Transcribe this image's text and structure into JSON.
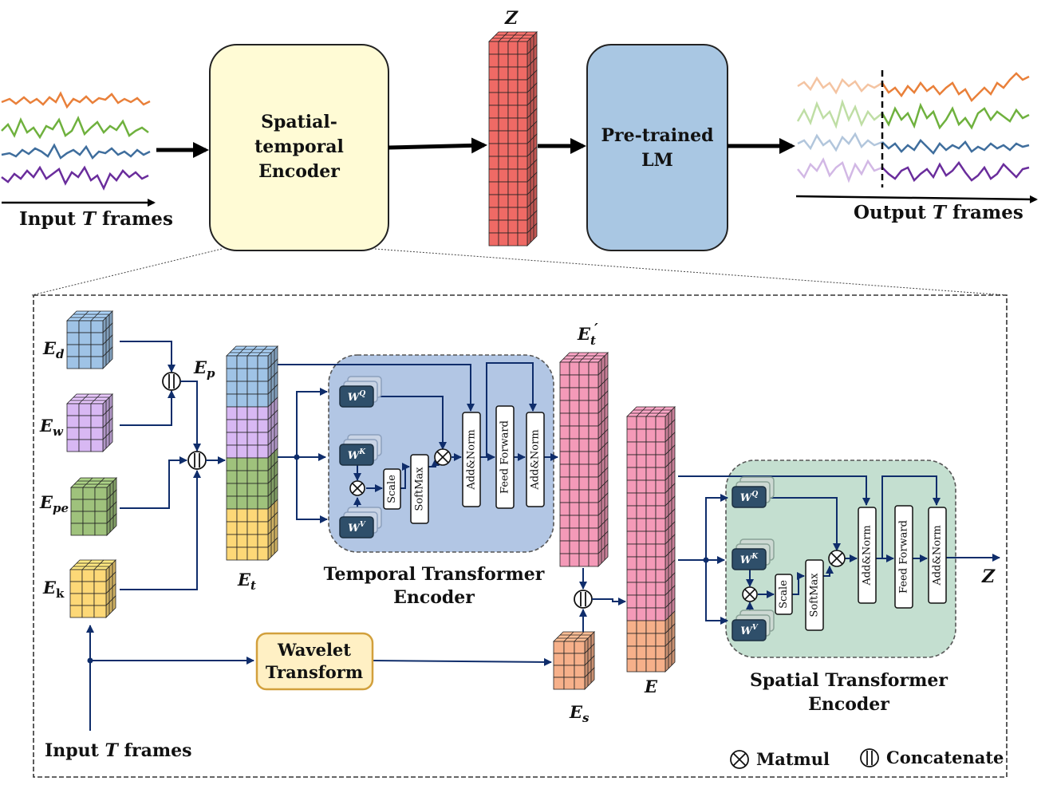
{
  "top": {
    "input_label": [
      "Input ",
      "T",
      "  frames"
    ],
    "encoder_label": [
      "Spatial-",
      "temporal",
      "Encoder"
    ],
    "z_label": "Z",
    "lm_label": [
      "Pre-trained",
      "LM"
    ],
    "output_label": [
      "Output ",
      "T",
      " frames"
    ]
  },
  "bottom": {
    "ed": [
      "E",
      "d"
    ],
    "ew": [
      "E",
      "w"
    ],
    "epe": [
      "E",
      "pe"
    ],
    "ek": [
      "E",
      "k"
    ],
    "ep": [
      "E",
      "p"
    ],
    "et": [
      "E",
      "t"
    ],
    "et_prime": [
      "E",
      "t",
      "′"
    ],
    "e_label": "E",
    "es": [
      "E",
      "s"
    ],
    "wq": [
      "W",
      "Q"
    ],
    "wk": [
      "W",
      "K"
    ],
    "wv": [
      "W",
      "V"
    ],
    "scale": "Scale",
    "softmax": "SoftMax",
    "add_norm": "Add&Norm",
    "feed_forward": "Feed Forward",
    "temporal_label": [
      "Temporal  Transformer",
      "Encoder"
    ],
    "spatial_label": [
      "Spatial Transformer",
      "Encoder"
    ],
    "wavelet_label": [
      "Wavelet",
      "Transform"
    ],
    "z_out": "Z",
    "input_label": [
      "Input ",
      "T",
      "  frames"
    ],
    "legend_matmul": "Matmul",
    "legend_concat": "Concatenate"
  },
  "colors": {
    "encoder_fill": "#fffbd5",
    "lm_fill": "#a9c7e3",
    "z_red": "#ef6a65",
    "temporal_panel": "#b2c6e4",
    "spatial_panel": "#c4dfd0",
    "wavelet_fill": "#fff0c4",
    "pink": "#f49ab8",
    "peach": "#f6b08a",
    "blue_cube": "#9fc3e6",
    "purple_cube": "#d8b8f3",
    "green_cube": "#9fc27c",
    "yellow_cube": "#fdd877",
    "arrow": "#0f2d6b"
  }
}
